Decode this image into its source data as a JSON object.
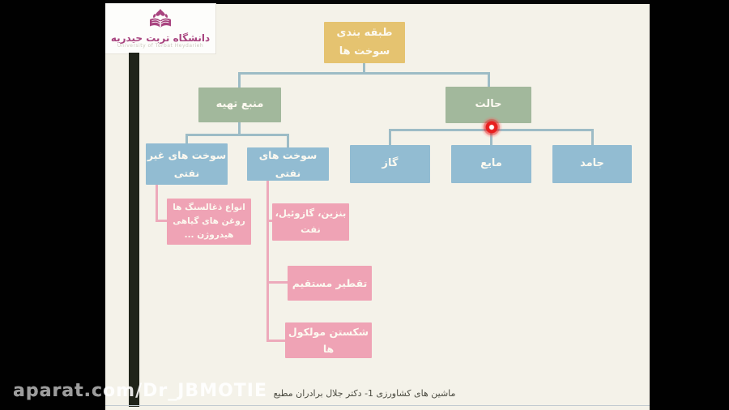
{
  "colors": {
    "background": "#f4f2e9",
    "letterbox": "#000000",
    "accent_yellow": "#e5c370",
    "accent_green": "#a2b89c",
    "accent_blue": "#92bcd2",
    "accent_pink": "#efa3b5",
    "connector_blue": "#9dbcc6",
    "connector_pink": "#edaabb",
    "logo_magenta": "#a8447f",
    "indicator_red": "#e72020"
  },
  "logo": {
    "title": "دانشگاه تربت حیدریه",
    "subtitle": "University of Torbat Heydarieh"
  },
  "diagram": {
    "nodes": {
      "root": {
        "label": "طبقه بندی سوخت ها"
      },
      "source": {
        "label": "منبع تهیه"
      },
      "state": {
        "label": "حالت"
      },
      "non_petroleum": {
        "label": "سوخت های غیر نفتی"
      },
      "petroleum": {
        "label": "سوخت های نفتی"
      },
      "gas": {
        "label": "گاز"
      },
      "liquid": {
        "label": "مایع"
      },
      "solid": {
        "label": "جامد"
      },
      "non_petroleum_examples": {
        "label": "انواع ذغالسنگ ها\nروغن های گیاهی\nهیدروژن ..."
      },
      "petroleum_examples": {
        "label": "بنزین، گازوئیل، نفت"
      },
      "direct_distillation": {
        "label": "تقطیر مستقیم"
      },
      "cracking": {
        "label": "شکستن مولکول ها"
      }
    },
    "edges": [
      [
        "root",
        "source"
      ],
      [
        "root",
        "state"
      ],
      [
        "source",
        "non_petroleum"
      ],
      [
        "source",
        "petroleum"
      ],
      [
        "state",
        "gas"
      ],
      [
        "state",
        "liquid"
      ],
      [
        "state",
        "solid"
      ],
      [
        "non_petroleum",
        "non_petroleum_examples"
      ],
      [
        "petroleum",
        "petroleum_examples"
      ],
      [
        "petroleum",
        "direct_distillation"
      ],
      [
        "petroleum",
        "cracking"
      ]
    ]
  },
  "footer": {
    "caption": "ماشین های کشاورزی 1- دکتر جلال برادران مطیع"
  },
  "watermark": {
    "text": "aparat.com/Dr_JBMOTIE"
  }
}
